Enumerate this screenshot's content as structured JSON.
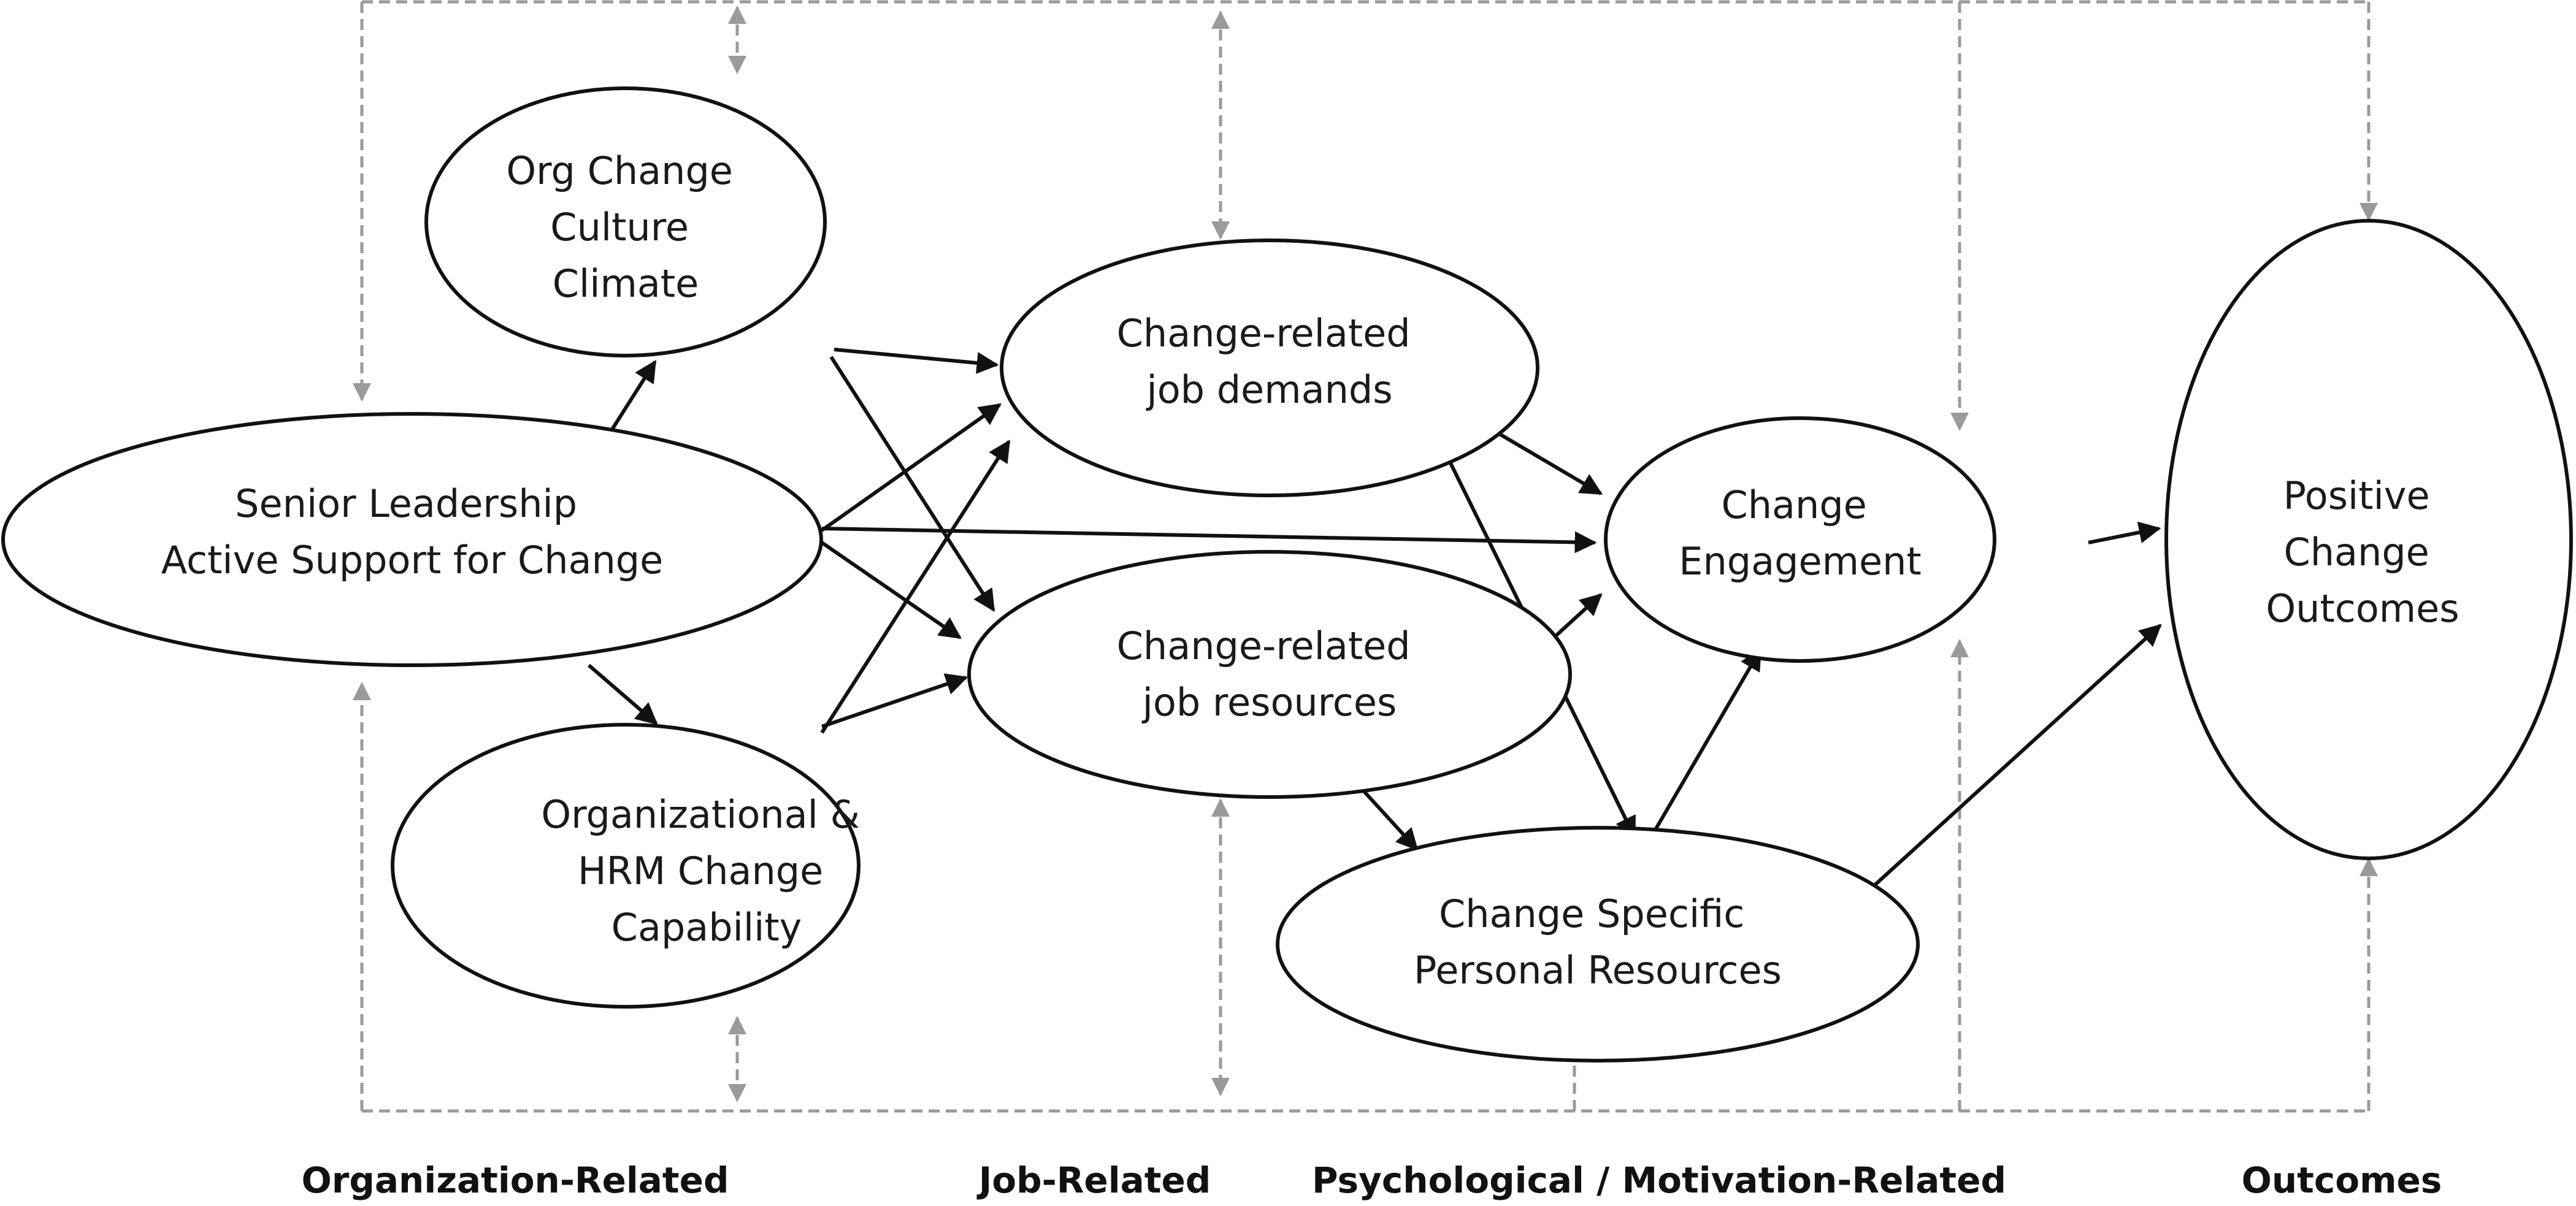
{
  "nodes": {
    "org_culture": {
      "lines": [
        "Org Change",
        "Culture",
        "Climate"
      ]
    },
    "senior_leadership": {
      "lines": [
        "Senior Leadership",
        "Active Support for Change"
      ]
    },
    "hrm_capability": {
      "lines": [
        "Organizational &",
        "HRM Change",
        "Capability"
      ]
    },
    "job_demands": {
      "lines": [
        "Change-related",
        "job demands"
      ]
    },
    "job_resources": {
      "lines": [
        "Change-related",
        "job resources"
      ]
    },
    "change_engagement": {
      "lines": [
        "Change",
        "Engagement"
      ]
    },
    "personal_resources": {
      "lines": [
        "Change Specific",
        "Personal Resources"
      ]
    },
    "outcomes": {
      "lines": [
        "Positive",
        "Change",
        "Outcomes"
      ]
    }
  },
  "categories": {
    "organization": "Organization-Related",
    "job": "Job-Related",
    "psychological": "Psychological / Motivation-Related",
    "outcomes": "Outcomes"
  },
  "edges": [
    {
      "from": "senior_leadership",
      "to": "org_culture"
    },
    {
      "from": "senior_leadership",
      "to": "hrm_capability"
    },
    {
      "from": "senior_leadership",
      "to": "job_demands"
    },
    {
      "from": "senior_leadership",
      "to": "job_resources"
    },
    {
      "from": "senior_leadership",
      "to": "change_engagement"
    },
    {
      "from": "org_culture",
      "to": "job_demands"
    },
    {
      "from": "org_culture",
      "to": "job_resources"
    },
    {
      "from": "hrm_capability",
      "to": "job_demands"
    },
    {
      "from": "hrm_capability",
      "to": "job_resources"
    },
    {
      "from": "job_demands",
      "to": "change_engagement"
    },
    {
      "from": "job_demands",
      "to": "personal_resources"
    },
    {
      "from": "job_resources",
      "to": "change_engagement"
    },
    {
      "from": "job_resources",
      "to": "personal_resources"
    },
    {
      "from": "personal_resources",
      "to": "change_engagement"
    },
    {
      "from": "personal_resources",
      "to": "outcomes"
    },
    {
      "from": "change_engagement",
      "to": "outcomes"
    }
  ],
  "colors": {
    "line": "#111111",
    "dashed": "#9a9a9a",
    "background": "#ffffff"
  }
}
